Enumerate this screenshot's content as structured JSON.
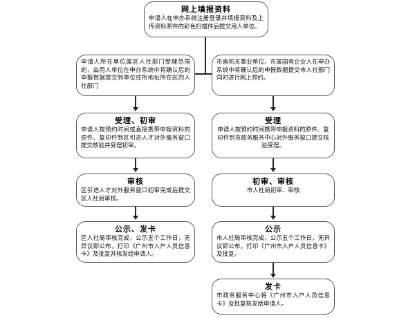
{
  "chart_data": {
    "type": "diagram",
    "title": "网上填报资料",
    "orientation": "top-down, two parallel branches",
    "nodes": [
      {
        "id": "start",
        "title": "网上填报资料",
        "body": "申请人在申办系统注册登录并填报资料及上传资料原件的彩色扫描件后提交用人单位。",
        "branch": "root"
      },
      {
        "id": "left-submit",
        "title": "",
        "body": "申请人所在单位属区人社部门受理范围的，由用人单位在申办系统中将确认后的申报数据提交到单位住所地址所在区的人社部门",
        "branch": "left"
      },
      {
        "id": "right-submit",
        "title": "",
        "body": "市直机关事业单位、市属国有企业人在申办系统中将确认后的申报数据提交市人社部门同时进行网上预约。",
        "branch": "right"
      },
      {
        "id": "left-accept",
        "title": "受理、初审",
        "body": "申请人按预约时间或直接携带申报资料的原件、复印件到区引进人才对外服务窗口提交核验并受理初审。",
        "branch": "left"
      },
      {
        "id": "right-accept",
        "title": "受理",
        "body": "申请人按预约时间携带申报资料的原件、复印件到市政务服务中心对外服务窗口提交核验受理。",
        "branch": "right"
      },
      {
        "id": "left-review",
        "title": "审核",
        "body": "区引进人才对外服务窗口初审完成后提交区人社局审核。",
        "branch": "left"
      },
      {
        "id": "right-review",
        "title": "初审、审核",
        "body": "市人社局初审、审核",
        "branch": "right"
      },
      {
        "id": "left-publicity",
        "title": "公示、发卡",
        "body": "区人社局审核完成，公示五个工作日，无异议即公布，打印《广州市入户人员信息卡》及批复并核发给申请人。",
        "branch": "left"
      },
      {
        "id": "right-publicity",
        "title": "公示",
        "body": "市人社局审核完成，公示五个工作日，无异议即公布，打印《广州市入户人员信息卡》及批复。",
        "branch": "right"
      },
      {
        "id": "right-issue",
        "title": "发卡",
        "body": "市政务服务中心将《广州市入户人员信息卡》及批复核发给申请人。",
        "branch": "right"
      }
    ],
    "edges": [
      {
        "from": "start",
        "to": "left-submit"
      },
      {
        "from": "start",
        "to": "right-submit"
      },
      {
        "from": "left-submit",
        "to": "left-accept"
      },
      {
        "from": "right-submit",
        "to": "right-accept"
      },
      {
        "from": "left-accept",
        "to": "left-review"
      },
      {
        "from": "right-accept",
        "to": "right-review"
      },
      {
        "from": "left-review",
        "to": "left-publicity"
      },
      {
        "from": "right-review",
        "to": "right-publicity"
      },
      {
        "from": "right-publicity",
        "to": "right-issue"
      }
    ],
    "colors": {
      "node_border": "#555555",
      "connector": "#222222",
      "background": "#ffffff"
    }
  }
}
